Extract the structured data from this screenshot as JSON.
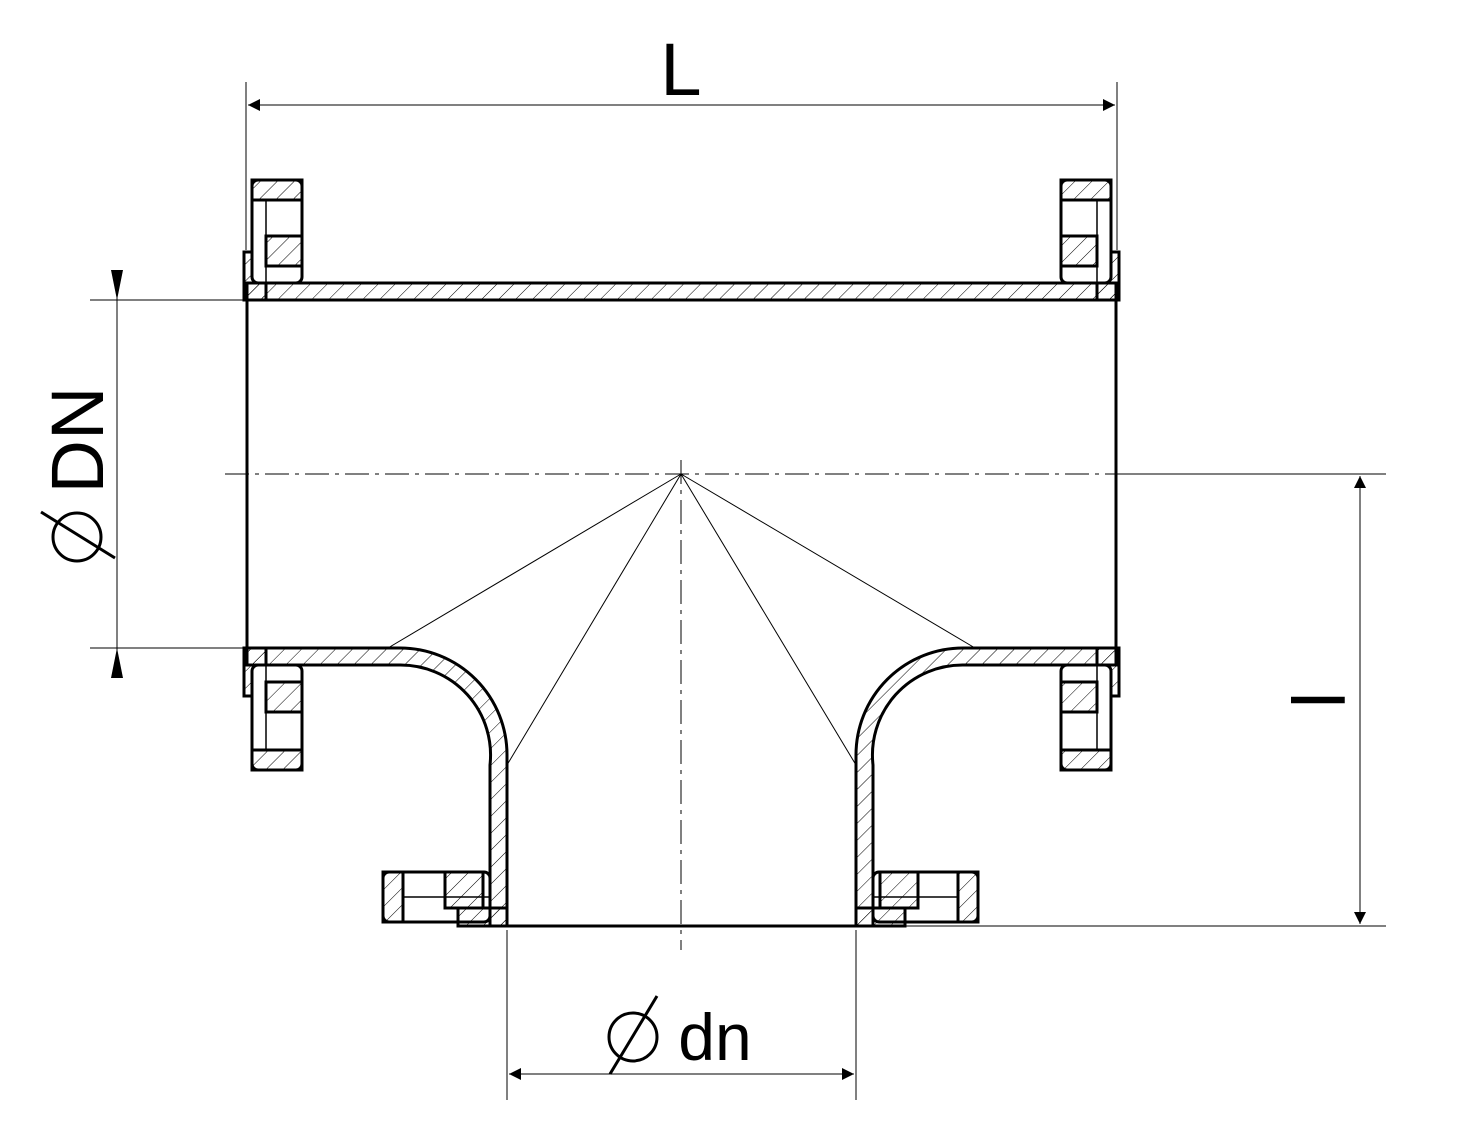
{
  "dimensions": {
    "overall_length": "L",
    "main_diameter": "DN",
    "branch_height": "l",
    "branch_diameter": "dn"
  },
  "symbols": {
    "diameter": "diameter-symbol"
  },
  "colors": {
    "line": "#000000",
    "background": "#ffffff"
  }
}
